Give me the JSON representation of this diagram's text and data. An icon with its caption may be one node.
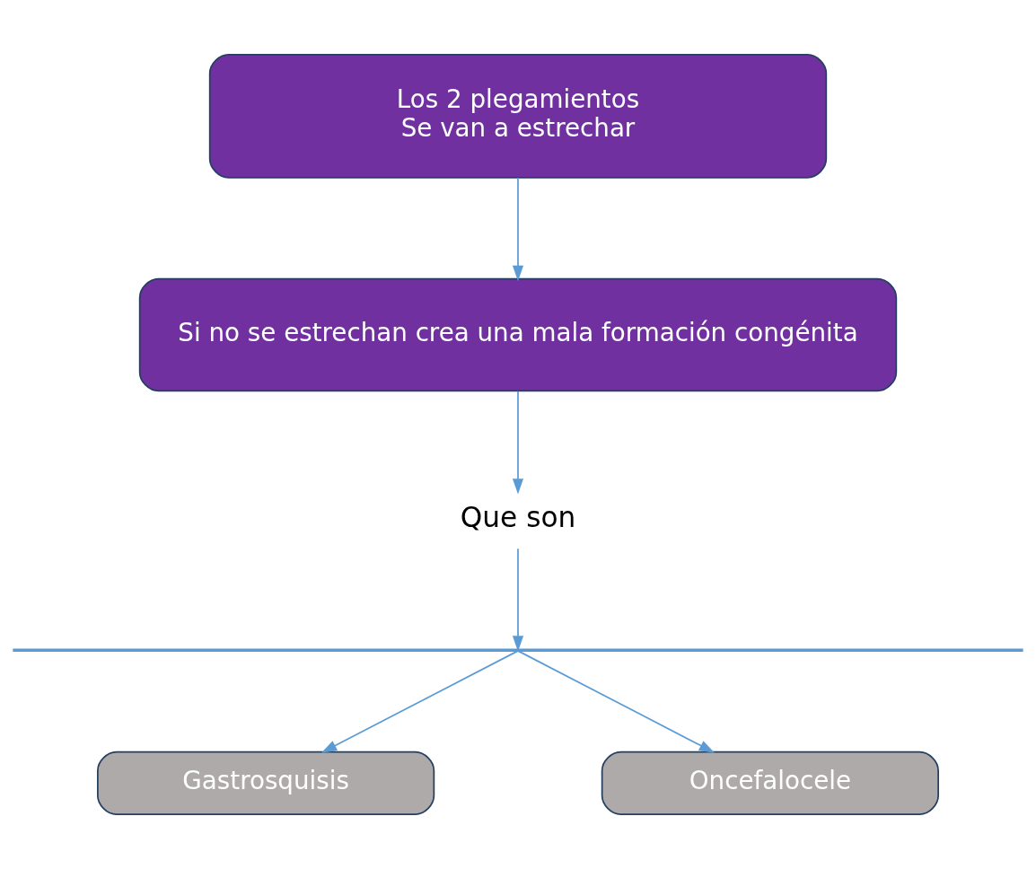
{
  "diagram": {
    "nodes": [
      {
        "text": [
          "Los 2 plegamientos",
          "Se van a estrechar"
        ]
      },
      {
        "text": [
          "Si no se estrechan crea una mala formación congénita"
        ]
      },
      {
        "text": [
          "Que son"
        ]
      },
      {
        "text": [],
        "shape": "bar"
      },
      {
        "text": [
          "Gastrosquisis"
        ]
      },
      {
        "text": [
          "Oncefalocele"
        ]
      }
    ],
    "edges": [
      {
        "from": 0,
        "to": 1,
        "arrow": "to"
      },
      {
        "from": 1,
        "to": 2,
        "arrow": "to"
      },
      {
        "from": 2,
        "to": 3,
        "arrow": "to"
      },
      {
        "from": 3,
        "to": 4,
        "arrow": "to"
      },
      {
        "from": 3,
        "to": 5,
        "arrow": "to"
      }
    ]
  }
}
